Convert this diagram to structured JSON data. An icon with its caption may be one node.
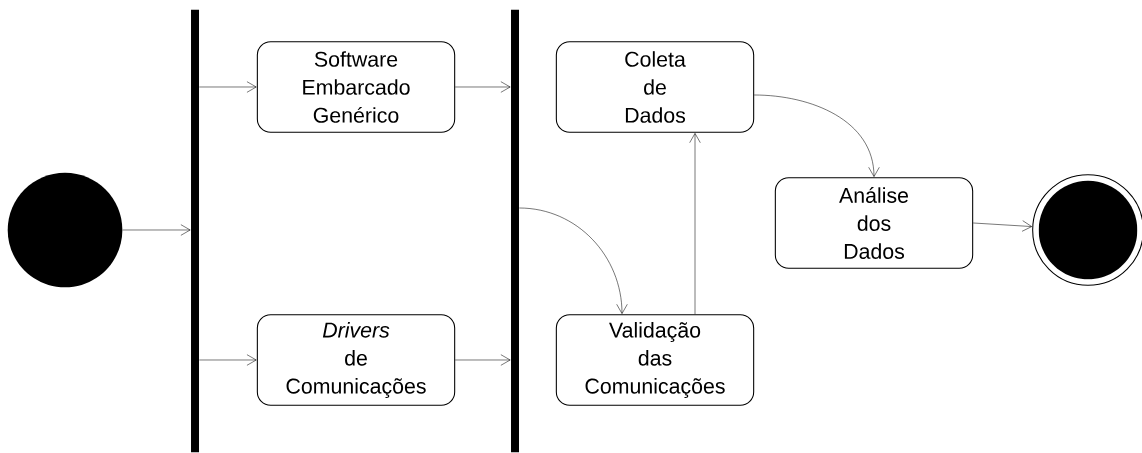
{
  "diagram": {
    "nodes": [
      {
        "text": [],
        "shape": "circle"
      },
      {
        "text": [],
        "shape": "bar"
      },
      {
        "text": [
          "Software Embarcado Genérico"
        ]
      },
      {
        "text": [
          "*Drivers* de Comunicações"
        ]
      },
      {
        "text": [],
        "shape": "bar"
      },
      {
        "text": [
          "Coleta de Dados"
        ]
      },
      {
        "text": [
          "Validação das Comunicações"
        ]
      },
      {
        "text": [
          "Análise dos Dados"
        ]
      },
      {
        "text": [],
        "shape": "circle"
      }
    ],
    "edges": [
      {
        "from": 0,
        "to": 1,
        "arrow": "to"
      },
      {
        "from": 1,
        "to": 2,
        "arrow": "to"
      },
      {
        "from": 1,
        "to": 3,
        "arrow": "to"
      },
      {
        "from": 2,
        "to": 4,
        "arrow": "to"
      },
      {
        "from": 3,
        "to": 4,
        "arrow": "to"
      },
      {
        "from": 4,
        "to": 6,
        "arrow": "to"
      },
      {
        "from": 6,
        "to": 5,
        "arrow": "to"
      },
      {
        "from": 5,
        "to": 7,
        "arrow": "to"
      },
      {
        "from": 7,
        "to": 8,
        "arrow": "to"
      }
    ]
  }
}
